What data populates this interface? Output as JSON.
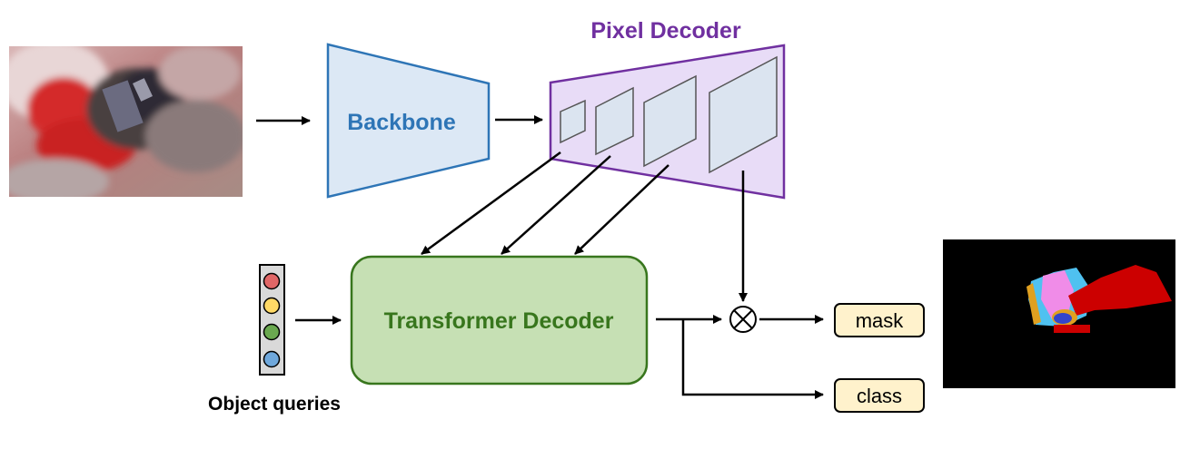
{
  "backbone": {
    "label": "Backbone",
    "color": "#2e75b6"
  },
  "pixel_decoder": {
    "label": "Pixel Decoder",
    "color": "#7030a0"
  },
  "transformer_decoder": {
    "label": "Transformer Decoder",
    "color": "#38761d"
  },
  "object_queries": {
    "label": "Object queries",
    "colors": [
      "#e06666",
      "#ffd966",
      "#6aa84f",
      "#6fa8dc"
    ]
  },
  "outputs": {
    "mask_label": "mask",
    "class_label": "class"
  },
  "operator_symbol": "⊗"
}
